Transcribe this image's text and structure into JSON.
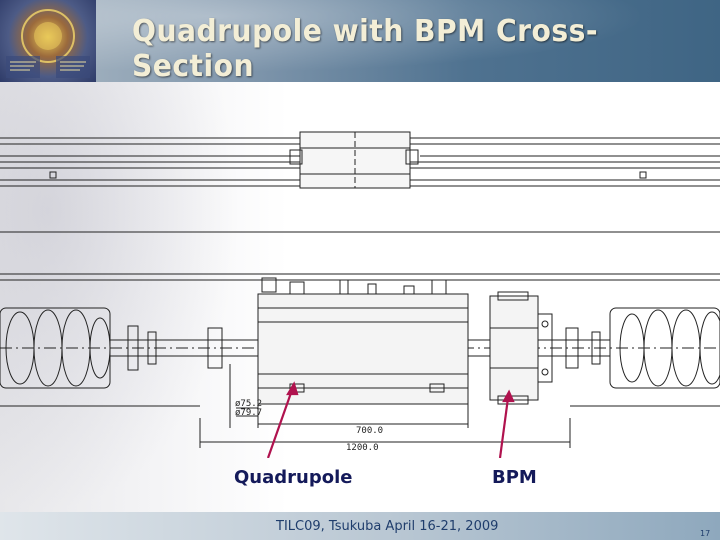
{
  "slide": {
    "title": "Quadrupole with BPM Cross-Section",
    "footer": "TILC09, Tsukuba April 16-21, 2009",
    "page_number": "17"
  },
  "drawing": {
    "labels": {
      "quadrupole": "Quadrupole",
      "bpm": "BPM"
    },
    "dimensions": {
      "d1": "ø75.2",
      "d2": "ø79.7",
      "d3": "700.0",
      "d4": "1200.0"
    }
  },
  "colors": {
    "title": "#f3eed6",
    "label": "#141a5a",
    "arrow": "#b0124e"
  }
}
